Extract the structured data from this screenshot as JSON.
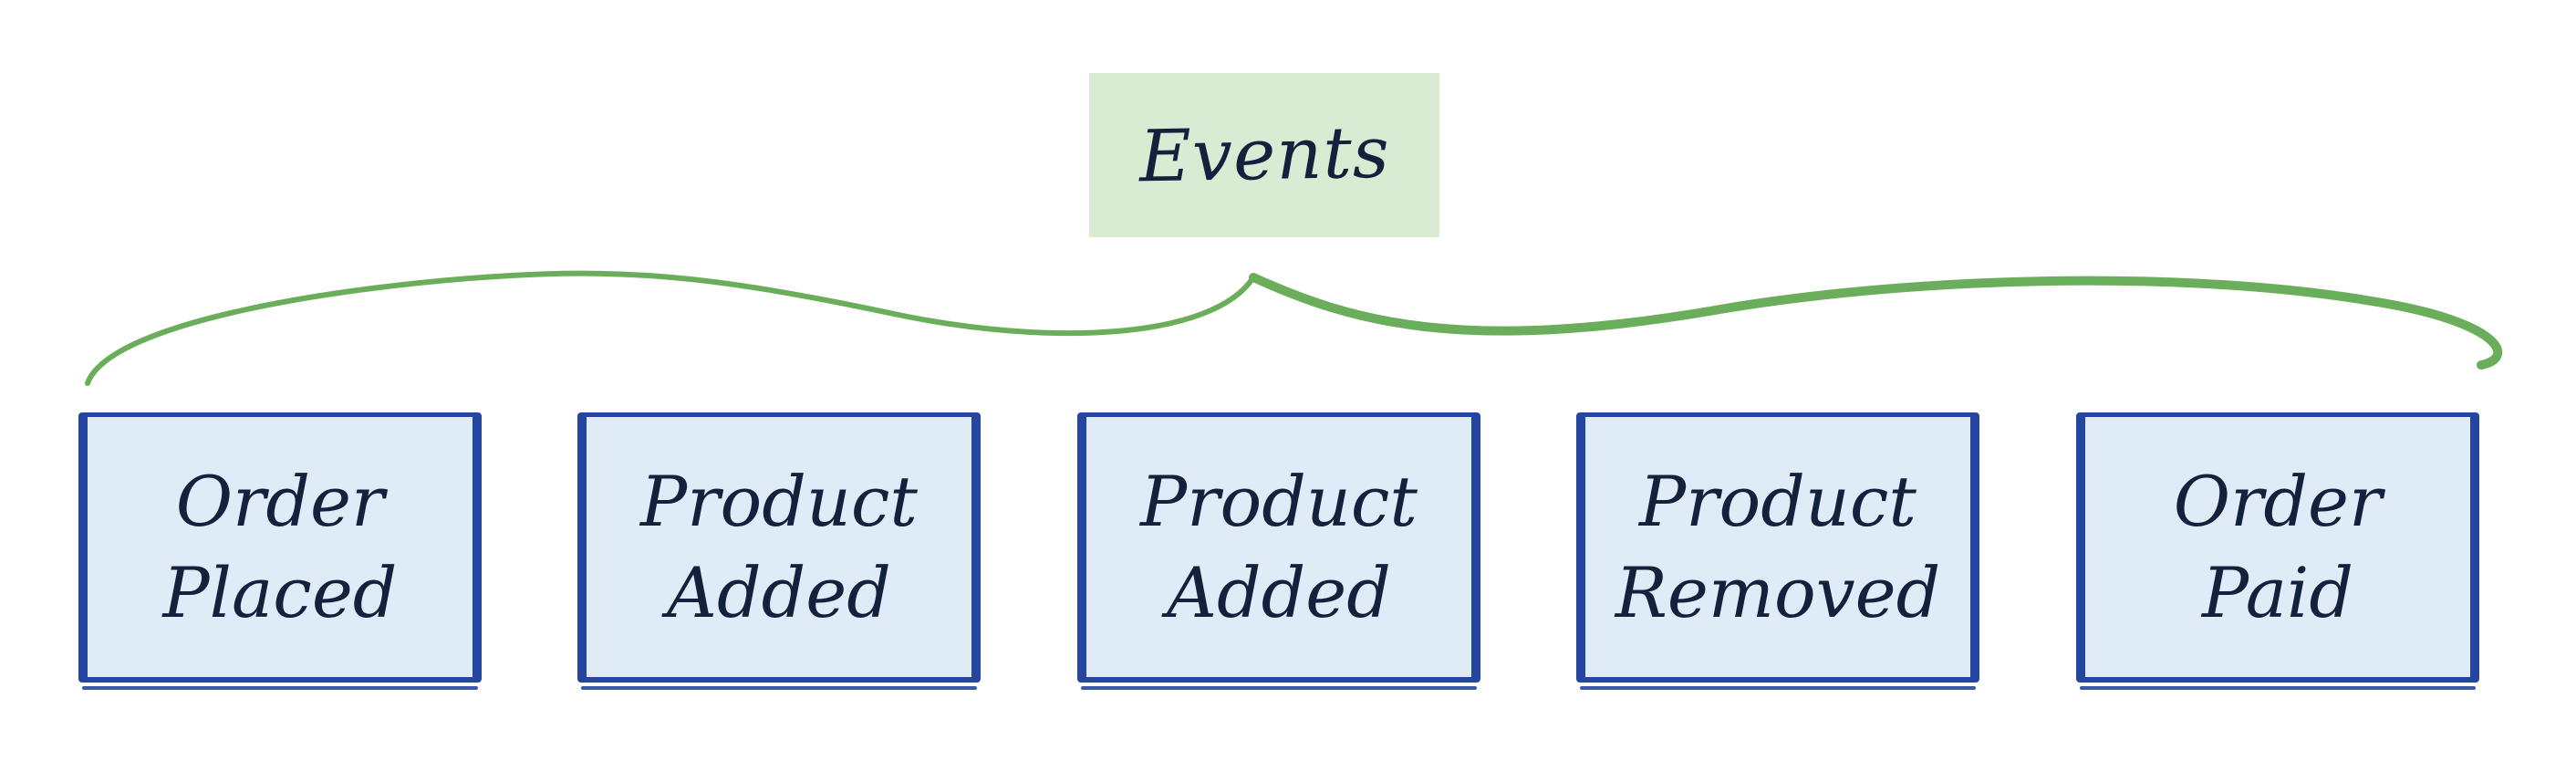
{
  "diagram": {
    "title": "Events",
    "colors": {
      "title_fill": "#d9ebd3",
      "brace_stroke": "#6aae5b",
      "box_fill": "#dfecf8",
      "box_stroke": "#2446a0",
      "text": "#13213d"
    },
    "events": [
      {
        "line1": "Order",
        "line2": "Placed"
      },
      {
        "line1": "Product",
        "line2": "Added"
      },
      {
        "line1": "Product",
        "line2": "Added"
      },
      {
        "line1": "Product",
        "line2": "Removed"
      },
      {
        "line1": "Order",
        "line2": "Paid"
      }
    ]
  }
}
